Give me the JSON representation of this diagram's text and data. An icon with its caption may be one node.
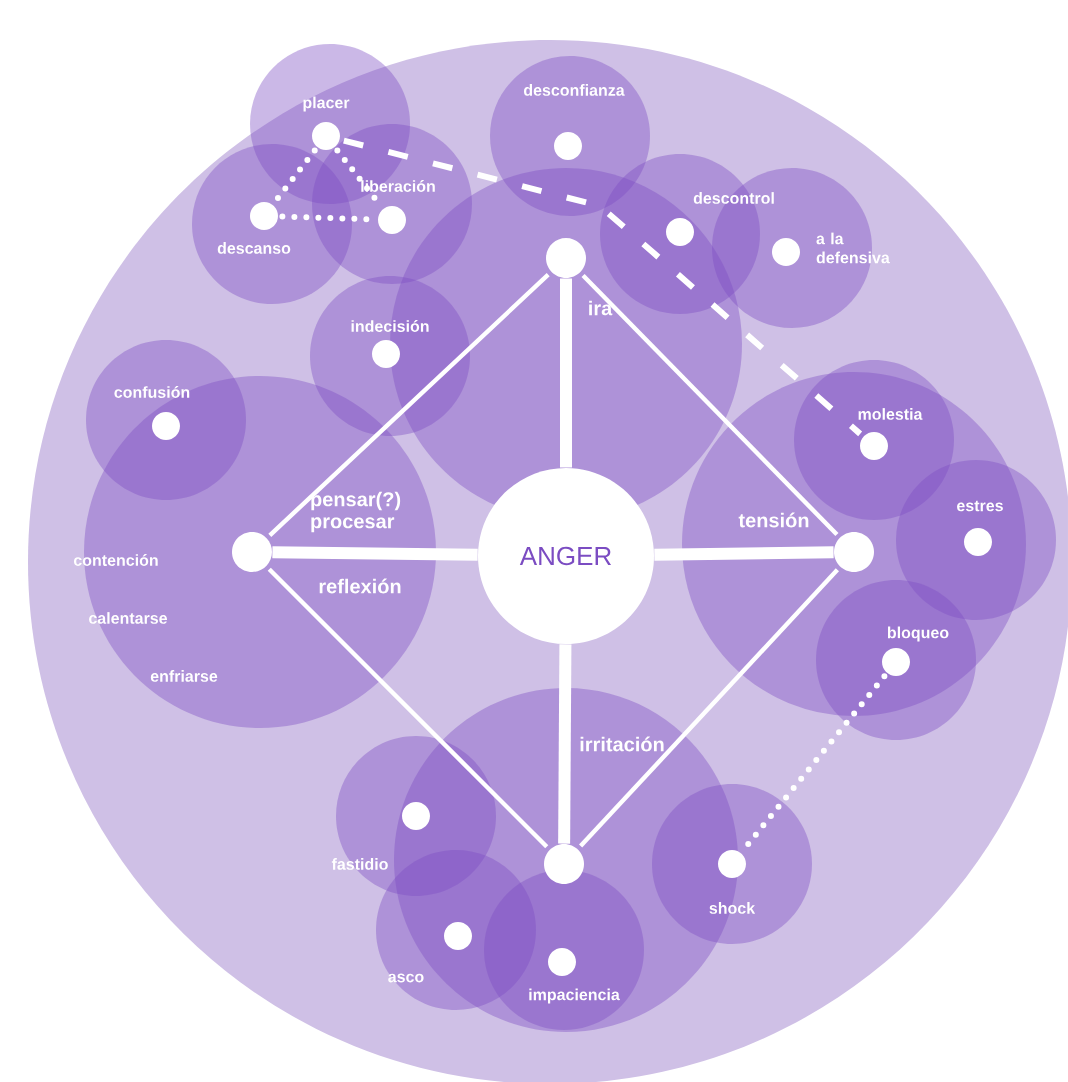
{
  "diagram": {
    "nodes": [
      {
        "text": [
          "placer"
        ]
      },
      {
        "text": [
          "desconfianza"
        ]
      },
      {
        "text": [
          "descanso"
        ]
      },
      {
        "text": [
          "liberación"
        ]
      },
      {
        "text": [
          "descontrol"
        ]
      },
      {
        "text": [
          "a la defensiva"
        ]
      },
      {
        "text": [
          "ira"
        ]
      },
      {
        "text": [
          "indecisión"
        ]
      },
      {
        "text": [
          "confusión"
        ]
      },
      {
        "text": [
          "molestia"
        ]
      },
      {
        "text": [
          "pensar(?) procesar",
          "reflexión"
        ]
      },
      {
        "text": [
          "ANGER"
        ]
      },
      {
        "text": [
          "tensión"
        ]
      },
      {
        "text": [
          "estres"
        ]
      },
      {
        "text": [
          "bloqueo"
        ]
      },
      {
        "text": [
          "irritación"
        ]
      },
      {
        "text": [
          "fastidio"
        ]
      },
      {
        "text": [
          "shock"
        ]
      },
      {
        "text": [
          "asco"
        ]
      },
      {
        "text": [
          "impaciencia"
        ]
      }
    ],
    "edges": [
      {
        "from": 11,
        "to": 6,
        "arrow": "none",
        "style": "thick"
      },
      {
        "from": 11,
        "to": 10,
        "arrow": "none",
        "style": "thick"
      },
      {
        "from": 11,
        "to": 12,
        "arrow": "none",
        "style": "thick"
      },
      {
        "from": 11,
        "to": 15,
        "arrow": "none",
        "style": "thick"
      },
      {
        "from": 6,
        "to": 10,
        "arrow": "none"
      },
      {
        "from": 6,
        "to": 12,
        "arrow": "none"
      },
      {
        "from": 10,
        "to": 15,
        "arrow": "none"
      },
      {
        "from": 12,
        "to": 15,
        "arrow": "none"
      },
      {
        "from": 0,
        "to": 2,
        "arrow": "none",
        "style": "dashed"
      },
      {
        "from": 0,
        "to": 3,
        "arrow": "none",
        "style": "dashed"
      },
      {
        "from": 2,
        "to": 3,
        "arrow": "none",
        "style": "dashed"
      },
      {
        "from": 0,
        "to": 9,
        "arrow": "none",
        "style": "dashed"
      },
      {
        "from": 14,
        "to": 17,
        "arrow": "none",
        "style": "dashed"
      }
    ],
    "labels": [
      "contención",
      "calentarse",
      "enfriarse"
    ]
  }
}
